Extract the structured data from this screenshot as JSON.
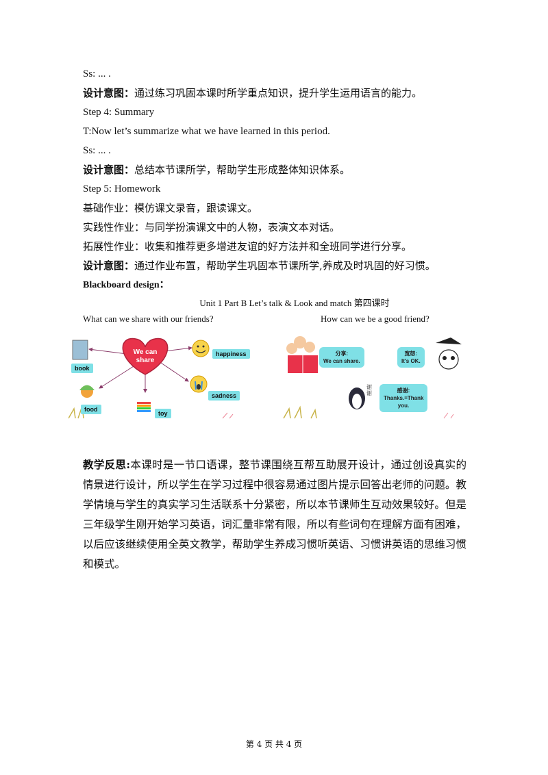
{
  "lines": {
    "l1": "Ss:  ...  .",
    "l2_label": "设计意图：",
    "l2_text": "通过练习巩固本课时所学重点知识，提升学生运用语言的能力。",
    "l3": "Step  4:  Summary",
    "l4": "T:Now let’s summarize  what  we  have  learned  in  this  period.",
    "l5": "Ss:  ...  .",
    "l6_label": "设计意图：",
    "l6_text": "总结本节课所学，帮助学生形成整体知识体系。",
    "l7": "Step  5:  Homework",
    "l8": "基础作业：模仿课文录音，跟读课文。",
    "l9": "实践性作业：与同学扮演课文中的人物，表演文本对话。",
    "l10": "拓展性作业：收集和推荐更多增进友谊的好方法并和全班同学进行分享。",
    "l11_label": "设计意图：",
    "l11_text": "通过作业布置，帮助学生巩固本节课所学,养成及时巩固的好习惯。",
    "l12": "Blackboard  design："
  },
  "blackboard": {
    "title": "Unit  1  Part  B  Let’s  talk  &  Look  and  match 第四课时",
    "question_left": "What  can  we  share  with  our  friends?",
    "question_right": "How  can  we  be  a  good  friend?",
    "heart_text": "We can share",
    "tags": {
      "book": "book",
      "happiness": "happiness",
      "food": "food",
      "toy": "toy",
      "sadness": "sadness"
    },
    "bubbles": {
      "share_cn": "分享:",
      "share_en": "We can share.",
      "forgive_cn": "宽恕:",
      "forgive_en": "It's OK.",
      "thanks_cn": "感谢:",
      "thanks_en": "Thanks.=Thank you.",
      "xiexie": "谢谢"
    },
    "colors": {
      "heart": "#e8324a",
      "tag": "#7fe0e6"
    }
  },
  "reflection": {
    "label": "教学反思:",
    "text": "本课时是一节口语课，整节课围绕互帮互助展开设计，通过创设真实的情景进行设计，所以学生在学习过程中很容易通过图片提示回答出老师的问题。教学情境与学生的真实学习生活联系十分紧密，所以本节课师生互动效果较好。但是三年级学生刚开始学习英语，词汇量非常有限，所以有些词句在理解方面有困难，以后应该继续使用全英文教学，帮助学生养成习惯听英语、习惯讲英语的思维习惯和模式。"
  },
  "footer": "第 4 页 共 4 页"
}
